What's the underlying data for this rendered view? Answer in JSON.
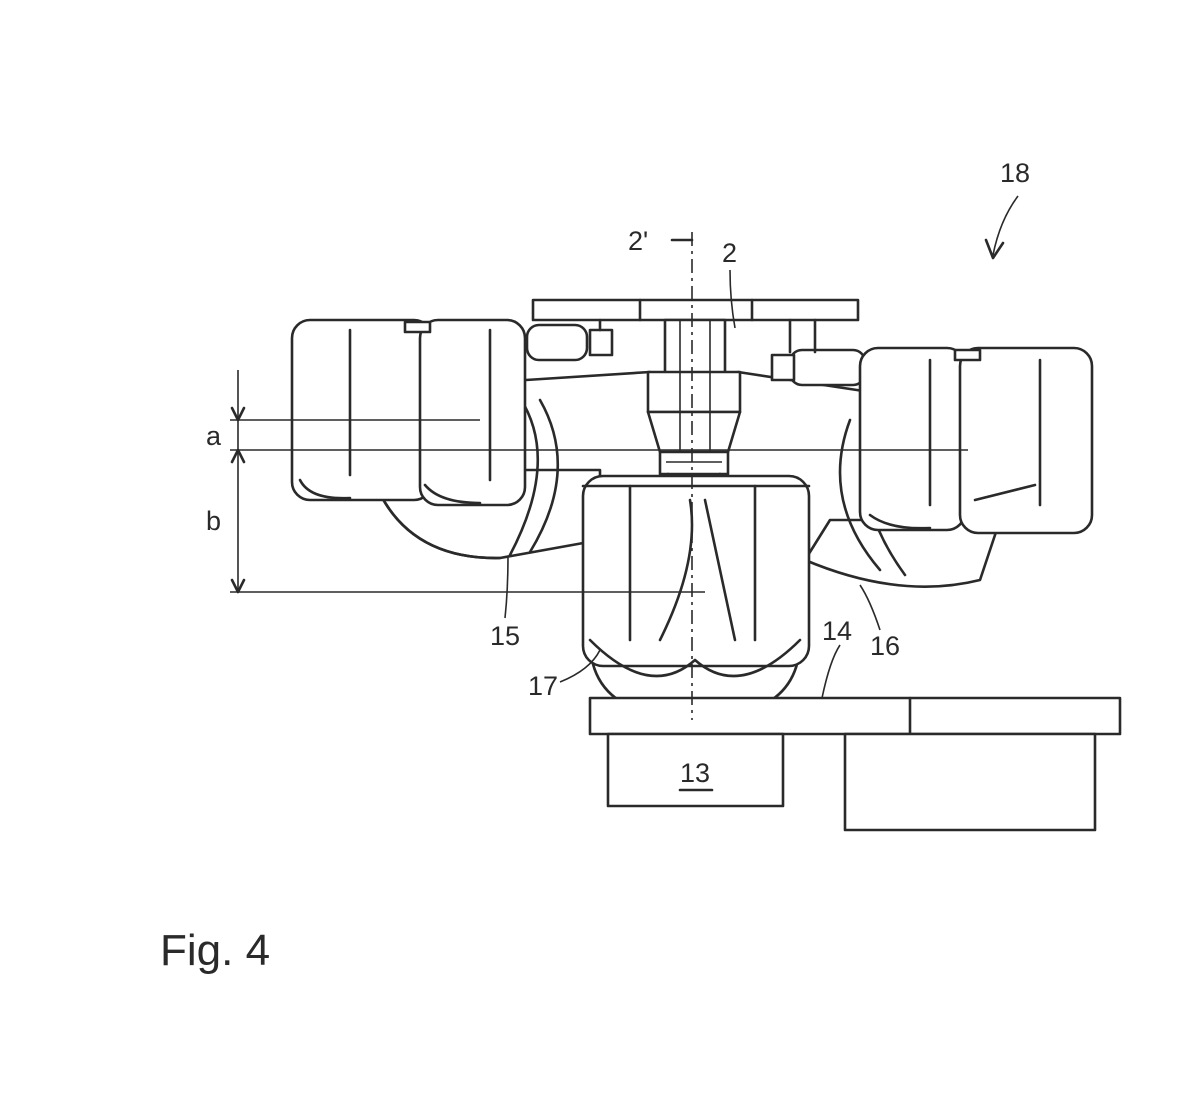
{
  "figure": {
    "caption": "Fig. 4",
    "labels": {
      "ref_18": "18",
      "ref_2prime": "2'",
      "ref_2": "2",
      "ref_a": "a",
      "ref_b": "b",
      "ref_15": "15",
      "ref_17": "17",
      "ref_14": "14",
      "ref_16": "16",
      "ref_13": "13"
    }
  }
}
